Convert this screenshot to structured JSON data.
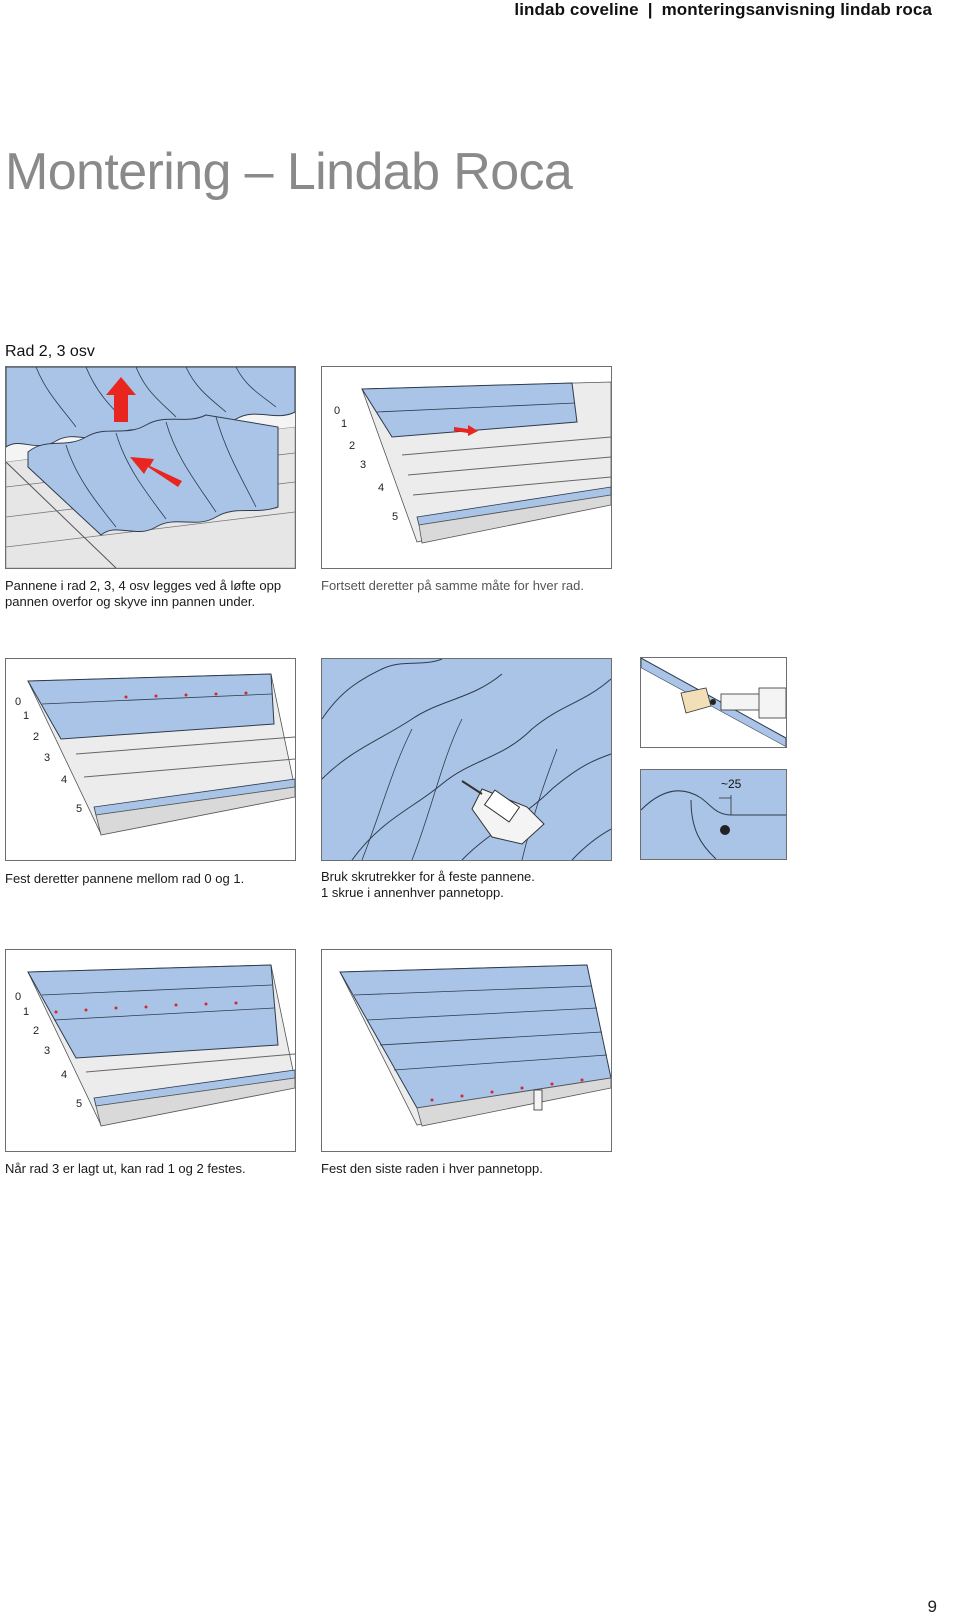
{
  "header": {
    "brand": "lindab coveline",
    "separator": "|",
    "section": "monteringsanvisning lindab roca"
  },
  "title": "Montering – Lindab Roca",
  "subtitle": "Rad 2, 3 osv",
  "steps": [
    {
      "caption_line1": "Pannene i rad 2, 3, 4 osv legges ved å løfte opp",
      "caption_line2": "pannen overfor og skyve inn pannen under."
    },
    {
      "caption_line1": "Fortsett deretter på samme måte for hver rad.",
      "row_labels": [
        "0",
        "1",
        "2",
        "3",
        "4",
        "5"
      ]
    },
    {
      "caption_line1": "Fest deretter pannene mellom rad 0 og 1.",
      "row_labels": [
        "0",
        "1",
        "2",
        "3",
        "4",
        "5"
      ]
    },
    {
      "caption_line1": "Bruk skrutrekker for å feste pannene.",
      "caption_line2": "1 skrue i annenhver pannetopp.",
      "dimension_label": "~25"
    },
    {
      "caption_line1": "Når rad 3 er lagt ut, kan rad 1 og 2 festes.",
      "row_labels": [
        "0",
        "1",
        "2",
        "3",
        "4",
        "5"
      ]
    },
    {
      "caption_line1": "Fest den siste raden i hver pannetopp."
    }
  ],
  "page_number": "9",
  "colors": {
    "tile": "#a9c4e6",
    "tile_stroke": "#2e3b4e",
    "arrow": "#e8251f",
    "screw": "#d3262e",
    "batten": "#ececec",
    "title_gray": "#8a8a8a"
  }
}
